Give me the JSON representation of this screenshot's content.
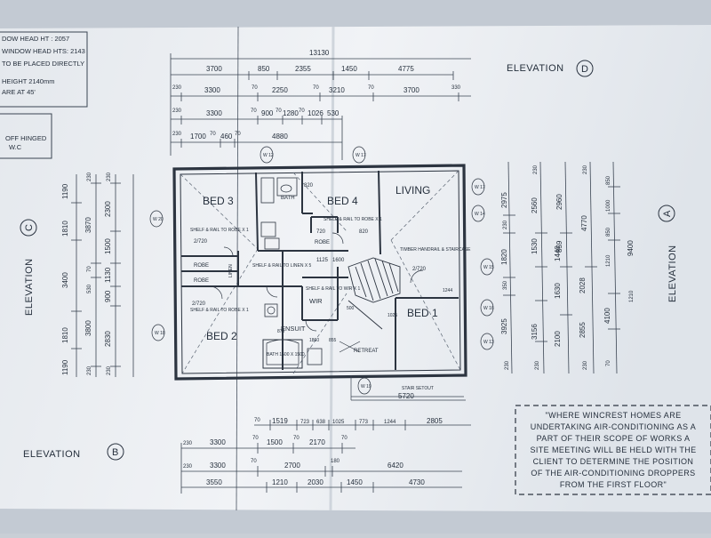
{
  "top_left_note": [
    "DOW HEAD HT : 2057",
    "WINDOW HEAD HTS: 2143",
    "TO BE PLACED DIRECTLY",
    "HEIGHT 2140mm",
    "ARE AT 45'"
  ],
  "left_note": [
    "OFF HINGED",
    "W.C"
  ],
  "elevations": {
    "top": {
      "label": "ELEVATION",
      "letter": "D"
    },
    "left": {
      "label": "ELEVATION",
      "letter": "C"
    },
    "bottom": {
      "label": "ELEVATION",
      "letter": "B"
    },
    "right": {
      "label": "ELEVATION",
      "letter": "A"
    }
  },
  "rooms": {
    "bed3": "BED 3",
    "bed4": "BED 4",
    "living": "LIVING",
    "bed2": "BED 2",
    "bed1": "BED 1",
    "bath": "BATH",
    "ensuit": "ENSUIT",
    "wir": "WIR",
    "retreat": "RETREAT",
    "robe": "ROBE",
    "linen": "LINEN"
  },
  "labels": {
    "door_2720": "2/720",
    "door_820": "820",
    "door_720": "720",
    "shelf_rail": "SHELF & RAIL TO ROBE X 1",
    "shelf_rail_linen": "SHELF & RAIL TO LINEN X 5",
    "shelf_rail_wir": "SHELF & RAIL TO WIR X 1",
    "bath_size": "BATH 1500 X 1500",
    "stair_note": "TIMBER HANDRAIL & STAIRCASE",
    "stair_setout": "STAIR SETOUT",
    "n1125": "1125",
    "n1600": "1600",
    "n1860": "1860",
    "n500": "500",
    "n870": "870",
    "n855": "855",
    "n1244": "1244",
    "n1025": "1025"
  },
  "dims_top": {
    "overall": "13130",
    "row1": [
      "3700",
      "850",
      "2355",
      "1450",
      "4775"
    ],
    "row2": [
      "230",
      "3300",
      "70",
      "2250",
      "70",
      "3210",
      "70",
      "3700",
      "330"
    ],
    "row3": [
      "230",
      "3300",
      "70",
      "900",
      "70",
      "1280",
      "70",
      "1026",
      "530"
    ],
    "row4": [
      "230",
      "1700",
      "70",
      "460",
      "70",
      "4880"
    ]
  },
  "dims_bottom": {
    "row1": [
      "5720"
    ],
    "row2": [
      "70",
      "1519",
      "723",
      "638",
      "1025",
      "773",
      "1244",
      "2805"
    ],
    "row3": [
      "230",
      "3300",
      "70",
      "1500",
      "70",
      "2170",
      "70"
    ],
    "row4": [
      "230",
      "3300",
      "70",
      "2700",
      "180",
      "6420"
    ],
    "row5": [
      "3550",
      "1210",
      "2030",
      "1450",
      "4730"
    ]
  },
  "dims_left": {
    "col1": [
      "1190",
      "1810",
      "3400",
      "1810",
      "1190"
    ],
    "col2": [
      "230",
      "3870",
      "70",
      "530",
      "3800",
      "230"
    ],
    "col3": [
      "230",
      "2300",
      "1500",
      "1130",
      "900",
      "2830",
      "230"
    ]
  },
  "dims_right": {
    "col1": [
      "2975",
      "230",
      "1820",
      "350",
      "3925",
      "230"
    ],
    "col2": [
      "230",
      "2560",
      "1530",
      "1440",
      "1630",
      "3156",
      "2100",
      "230"
    ],
    "col3": [
      "2960",
      "859",
      "2028",
      "2855",
      "230"
    ],
    "col4": [
      "230",
      "4770",
      "4100",
      "70"
    ],
    "col5": [
      "850",
      "1000",
      "850",
      "1210",
      "1210",
      "9400"
    ]
  },
  "note_box": [
    "\"WHERE WINCREST HOMES ARE",
    "UNDERTAKING AIR-CONDITIONING AS A",
    "PART OF THEIR SCOPE OF WORKS A",
    "SITE MEETING WILL BE HELD WITH THE",
    "CLIENT TO DETERMINE THE POSITION",
    "OF THE AIR-CONDITIONING DROPPERS",
    "FROM THE FIRST FLOOR\""
  ],
  "window_tags": [
    "W 20",
    "W 17",
    "W 18",
    "W 19",
    "W 16",
    "W 14",
    "W 15",
    "W 13",
    "W 12",
    "W 17"
  ]
}
